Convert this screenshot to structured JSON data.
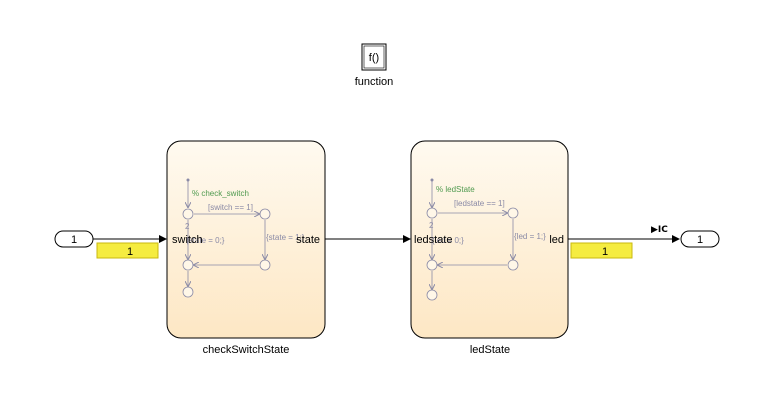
{
  "function_block": {
    "icon_text": "f()",
    "label": "function"
  },
  "inport": {
    "number": "1"
  },
  "outport": {
    "number": "1"
  },
  "charts": [
    {
      "name": "checkSwitchState",
      "input_port": "switch",
      "output_port": "state",
      "comment": "% check_switch",
      "condition": "[switch == 1]",
      "action_side": "{state = 1;}",
      "action_left": "{state = 0;}",
      "transition_priority": "2"
    },
    {
      "name": "ledState",
      "input_port": "ledstate",
      "output_port": "led",
      "comment": "% ledState",
      "condition": "[ledstate == 1]",
      "action_side": "{led = 1;}",
      "action_left": "{led = 0;}",
      "transition_priority": "2"
    }
  ],
  "signal_displays": [
    {
      "value": "1"
    },
    {
      "value": "1"
    }
  ],
  "ic_marker": "▶IC",
  "colors": {
    "chart_fill_top": "#fffaf0",
    "chart_fill_bottom": "#fde7c4",
    "display_fill": "#f5ec40",
    "display_border": "#c9b90f",
    "wire": "#000000",
    "mini_wire": "#8a8aa6",
    "mini_text": "#8a8aa6",
    "comment_green": "#4f9a4f"
  }
}
